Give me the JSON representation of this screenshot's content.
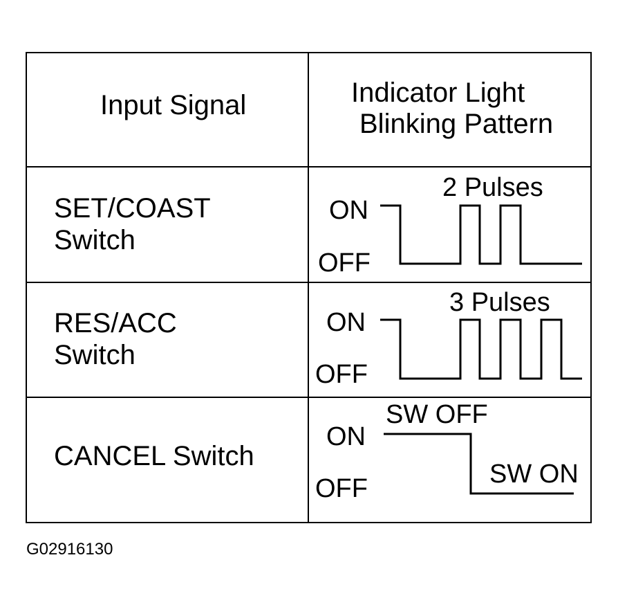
{
  "table": {
    "header": {
      "input_signal": "Input Signal",
      "indicator_line1": "Indicator Light",
      "indicator_line2": "Blinking Pattern"
    },
    "rows": [
      {
        "switch_line1": "SET/COAST",
        "switch_line2": "Switch",
        "on_label": "ON",
        "off_label": "OFF",
        "annotation": "2 Pulses",
        "pulses": 2
      },
      {
        "switch_line1": "RES/ACC",
        "switch_line2": "Switch",
        "on_label": "ON",
        "off_label": "OFF",
        "annotation": "3 Pulses",
        "pulses": 3
      },
      {
        "switch_line1": "CANCEL Switch",
        "on_label": "ON",
        "off_label": "OFF",
        "sw_off_label": "SW OFF",
        "sw_on_label": "SW ON"
      }
    ]
  },
  "figure_id": "G02916130"
}
